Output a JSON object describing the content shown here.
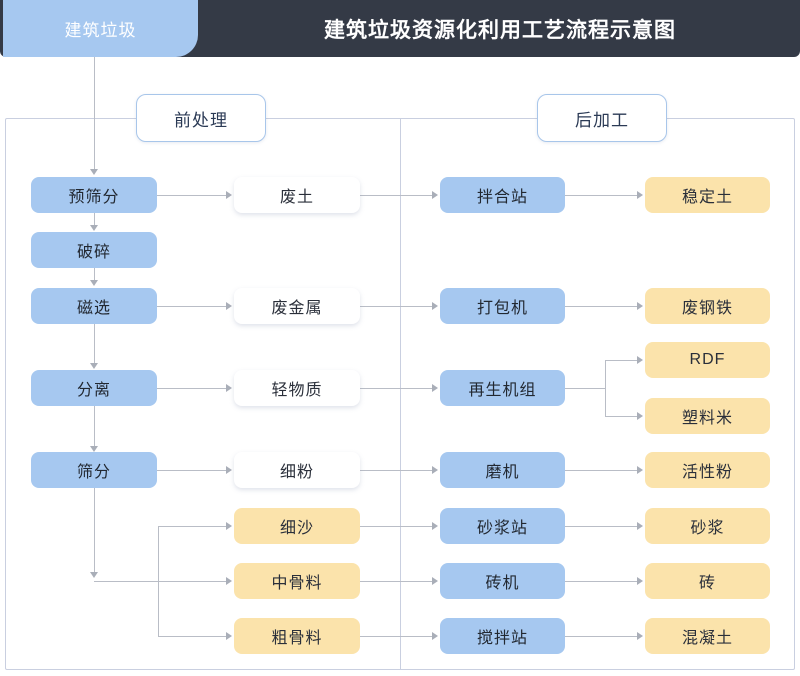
{
  "header": {
    "tab_label": "建筑垃圾",
    "title": "建筑垃圾资源化利用工艺流程示意图",
    "bar_color": "#343a46",
    "tab_color": "#a6c8f0"
  },
  "stages": [
    {
      "id": "pre",
      "label": "前处理"
    },
    {
      "id": "post",
      "label": "后加工"
    }
  ],
  "palette": {
    "blue": "#a6c8f0",
    "white": "#ffffff",
    "amber": "#fbe3ab",
    "line": "#b9bdc6",
    "frame": "#c9cfe0"
  },
  "columns": {
    "process_pre": {
      "kind": "blue",
      "nodes": [
        "预筛分",
        "破碎",
        "磁选",
        "分离",
        "筛分"
      ]
    },
    "material": {
      "kind": "mixed",
      "nodes": [
        "废土",
        "废金属",
        "轻物质",
        "细粉",
        "细沙",
        "中骨料",
        "粗骨料"
      ]
    },
    "process_post": {
      "kind": "blue",
      "nodes": [
        "拌合站",
        "打包机",
        "再生机组",
        "磨机",
        "砂浆站",
        "砖机",
        "搅拌站"
      ]
    },
    "product": {
      "kind": "amber",
      "nodes": [
        "稳定土",
        "废钢铁",
        "RDF",
        "塑料米",
        "活性粉",
        "砂浆",
        "砖",
        "混凝土"
      ]
    }
  },
  "nodes": {
    "n_yushaifen": "预筛分",
    "n_posui": "破碎",
    "n_cixuan": "磁选",
    "n_fenli": "分离",
    "n_shaifen": "筛分",
    "n_feitu": "废土",
    "n_feijinshu": "废金属",
    "n_qingwuzhi": "轻物质",
    "n_xifen": "细粉",
    "n_xisha": "细沙",
    "n_zhonggu": "中骨料",
    "n_cugu": "粗骨料",
    "n_banhezhan": "拌合站",
    "n_dabaoji": "打包机",
    "n_zaishengjizu": "再生机组",
    "n_moji": "磨机",
    "n_shajiangzhan": "砂浆站",
    "n_zhuanji": "砖机",
    "n_jiaobanzhan": "搅拌站",
    "n_wendingtu": "稳定土",
    "n_feigangtie": "废钢铁",
    "n_rdf": "RDF",
    "n_suliaomi": "塑料米",
    "n_huoxingfen": "活性粉",
    "n_shajiang": "砂浆",
    "n_zhuan": "砖",
    "n_hunningtu": "混凝土"
  }
}
